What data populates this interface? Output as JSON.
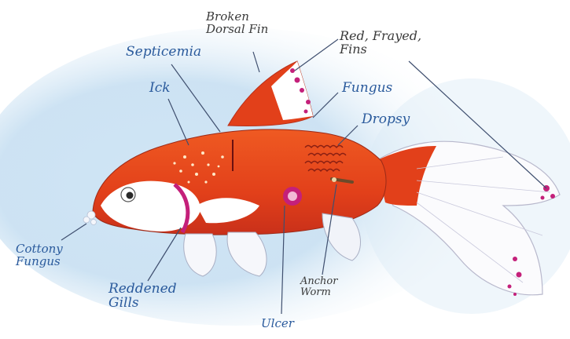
{
  "diagram": {
    "labels": {
      "broken_dorsal_fin": "Broken\nDorsal Fin",
      "red_frayed_fins": "Red, Frayed,\nFins",
      "septicemia": "Septicemia",
      "ick": "Ick",
      "fungus": "Fungus",
      "dropsy": "Dropsy",
      "cottony_fungus": "Cottony\nFungus",
      "reddened_gills": "Reddened\nGills",
      "ulcer": "Ulcer",
      "anchor_worm": "Anchor\nWorm"
    },
    "colors": {
      "label_text": "#2a5a9c",
      "label_text_dark": "#3a3a3a",
      "fish_body": "#e2401a",
      "fish_white": "#ffffff",
      "sore": "#c4207a",
      "background_wash": "#bcd9ef",
      "leader_line": "#3f4f6f"
    }
  }
}
